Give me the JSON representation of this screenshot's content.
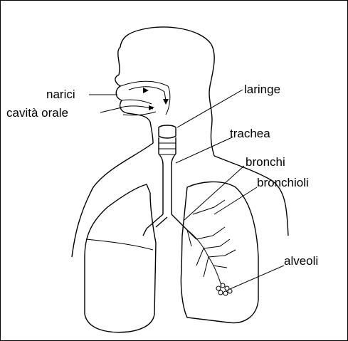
{
  "labels": {
    "narici": "narici",
    "cavita_orale": "cavità orale",
    "laringe": "laringe",
    "trachea": "trachea",
    "bronchi": "bronchi",
    "bronchioli": "bronchioli",
    "alveoli": "alveoli"
  }
}
